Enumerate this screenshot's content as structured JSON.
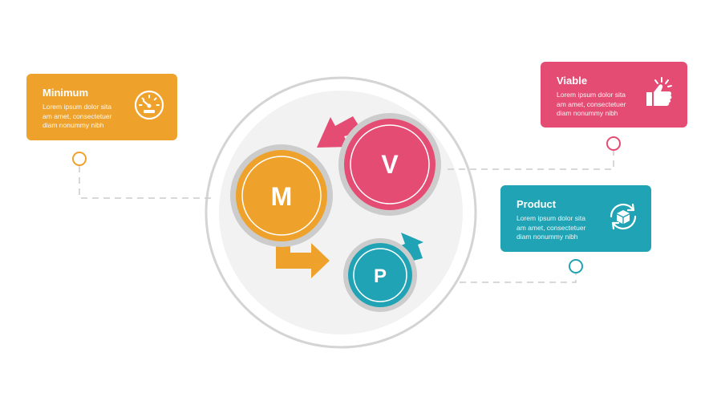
{
  "colors": {
    "minimum": "#eea22c",
    "viable": "#e54c73",
    "product": "#20a3b4",
    "ring": "#d4d4d4",
    "disc": "#f2f2f2",
    "dash": "#cccccc"
  },
  "cards": {
    "minimum": {
      "title": "Minimum",
      "body": [
        "Lorem ipsum dolor sita",
        "am amet, consectetuer",
        "diam nonummy  nibh"
      ],
      "icon": "speedometer-icon"
    },
    "viable": {
      "title": "Viable",
      "body": [
        "Lorem ipsum dolor sita",
        "am amet, consectetuer",
        "diam nonummy  nibh"
      ],
      "icon": "thumbs-up-icon"
    },
    "product": {
      "title": "Product",
      "body": [
        "Lorem ipsum dolor sita",
        "am amet, consectetuer",
        "diam nonummy  nibh"
      ],
      "icon": "box-cycle-icon"
    }
  },
  "circles": {
    "m": "M",
    "v": "V",
    "p": "P"
  }
}
